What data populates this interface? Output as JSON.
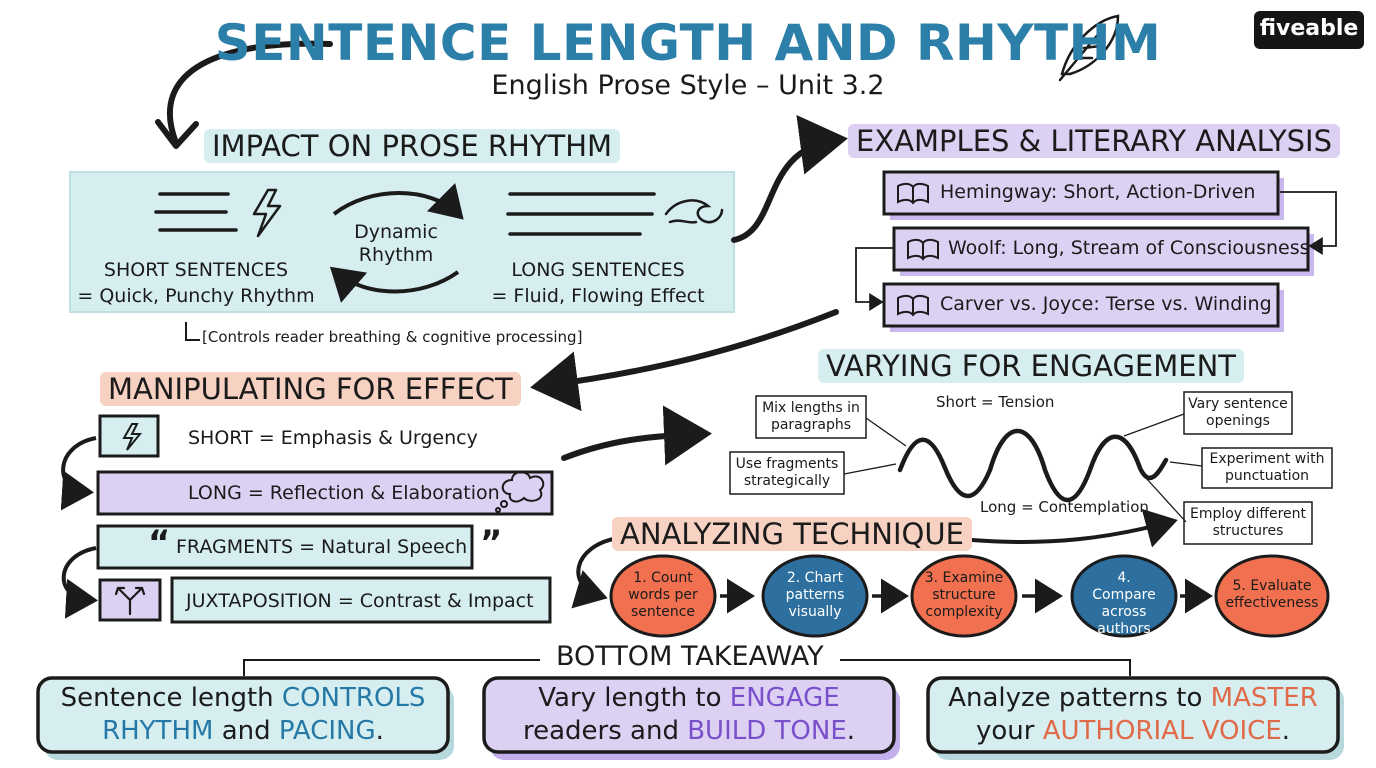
{
  "header": {
    "title": "SENTENCE LENGTH AND RHYTHM",
    "subtitle": "English Prose Style – Unit 3.2",
    "logo": "fiveable"
  },
  "impact": {
    "heading": "IMPACT ON PROSE RHYTHM",
    "short_title": "SHORT SENTENCES",
    "short_desc": "= Quick, Punchy Rhythm",
    "cycle_label_line1": "Dynamic",
    "cycle_label_line2": "Rhythm",
    "long_title": "LONG SENTENCES",
    "long_desc": "= Fluid, Flowing Effect",
    "note": "Controls reader breathing & cognitive processing"
  },
  "examples": {
    "heading": "EXAMPLES & LITERARY ANALYSIS",
    "items": [
      "Hemingway: Short, Action-Driven",
      "Woolf: Long, Stream of Consciousness",
      "Carver vs. Joyce: Terse vs. Winding"
    ]
  },
  "manipulating": {
    "heading": "MANIPULATING FOR EFFECT",
    "items": [
      "SHORT = Emphasis & Urgency",
      "LONG = Reflection & Elaboration",
      "FRAGMENTS = Natural Speech",
      "JUXTAPOSITION = Contrast & Impact"
    ]
  },
  "varying": {
    "heading": "VARYING FOR ENGAGEMENT",
    "top_label": "Short = Tension",
    "bottom_label": "Long = Contemplation",
    "notes": [
      "Mix lengths in paragraphs",
      "Use fragments strategically",
      "Vary sentence openings",
      "Experiment with punctuation",
      "Employ different structures"
    ]
  },
  "analyzing": {
    "heading": "ANALYZING TECHNIQUE",
    "steps": [
      "1. Count words per sentence",
      "2. Chart patterns visually",
      "3. Examine structure complexity",
      "4. Compare across authors",
      "5. Evaluate effectiveness"
    ]
  },
  "takeaway": {
    "heading": "BOTTOM TAKEAWAY",
    "box1": {
      "a": "Sentence length ",
      "b": "CONTROLS RHYTHM",
      "c": " and ",
      "d": "PACING",
      "e": "."
    },
    "box2": {
      "a": "Vary length to ",
      "b": "ENGAGE",
      "c": " readers and ",
      "d": "BUILD TONE",
      "e": "."
    },
    "box3": {
      "a": "Analyze patterns to ",
      "b": "MASTER",
      "c": " your ",
      "d": "AUTHORIAL VOICE",
      "e": "."
    }
  },
  "colors": {
    "blue_fill": "#d6eef0",
    "purple_fill": "#dcd0f3",
    "orange_fill": "#f7d2c2",
    "step_orange": "#f0704f",
    "step_blue": "#2d6f9e",
    "title_blue": "#2b7fa8"
  },
  "icons": [
    "feather-icon",
    "lightning-icon",
    "wave-icon",
    "book-icon",
    "thought-bubble-icon",
    "quote-icon",
    "diverging-arrows-icon"
  ]
}
